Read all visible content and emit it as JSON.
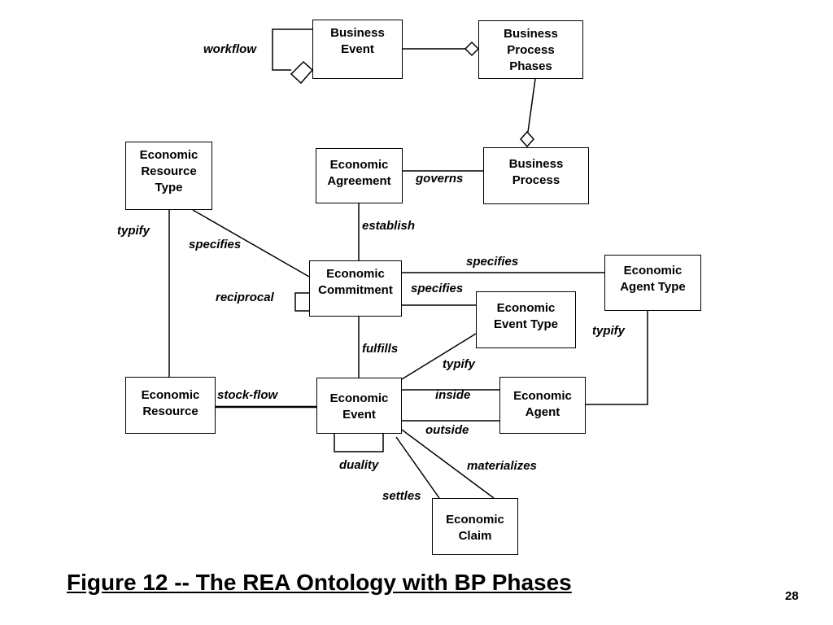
{
  "boxes": {
    "business_event": "Business\nEvent",
    "bp_phases": "Business\nProcess\nPhases",
    "econ_resource_type": "Economic\nResource\nType",
    "econ_agreement": "Economic\nAgreement",
    "business_process": "Business\nProcess",
    "econ_commitment": "Economic\nCommitment",
    "econ_agent_type": "Economic\nAgent Type",
    "econ_event_type": "Economic\nEvent  Type",
    "econ_resource": "Economic\nResource",
    "econ_event": "Economic\nEvent",
    "econ_agent": "Economic\nAgent",
    "econ_claim": "Economic\nClaim"
  },
  "labels": {
    "workflow": "workflow",
    "governs": "governs",
    "typify_left": "typify",
    "specifies_left": "specifies",
    "establish": "establish",
    "specifies_top": "specifies",
    "specifies_mid": "specifies",
    "reciprocal": "reciprocal",
    "fulfills": "fulfills",
    "typify_right": "typify",
    "typify_mid": "typify",
    "stock_flow": "stock-flow",
    "inside": "inside",
    "outside": "outside",
    "duality": "duality",
    "materializes": "materializes",
    "settles": "settles"
  },
  "footer": {
    "title": "Figure 12 --  The REA Ontology with BP Phases",
    "page_number": "28"
  }
}
